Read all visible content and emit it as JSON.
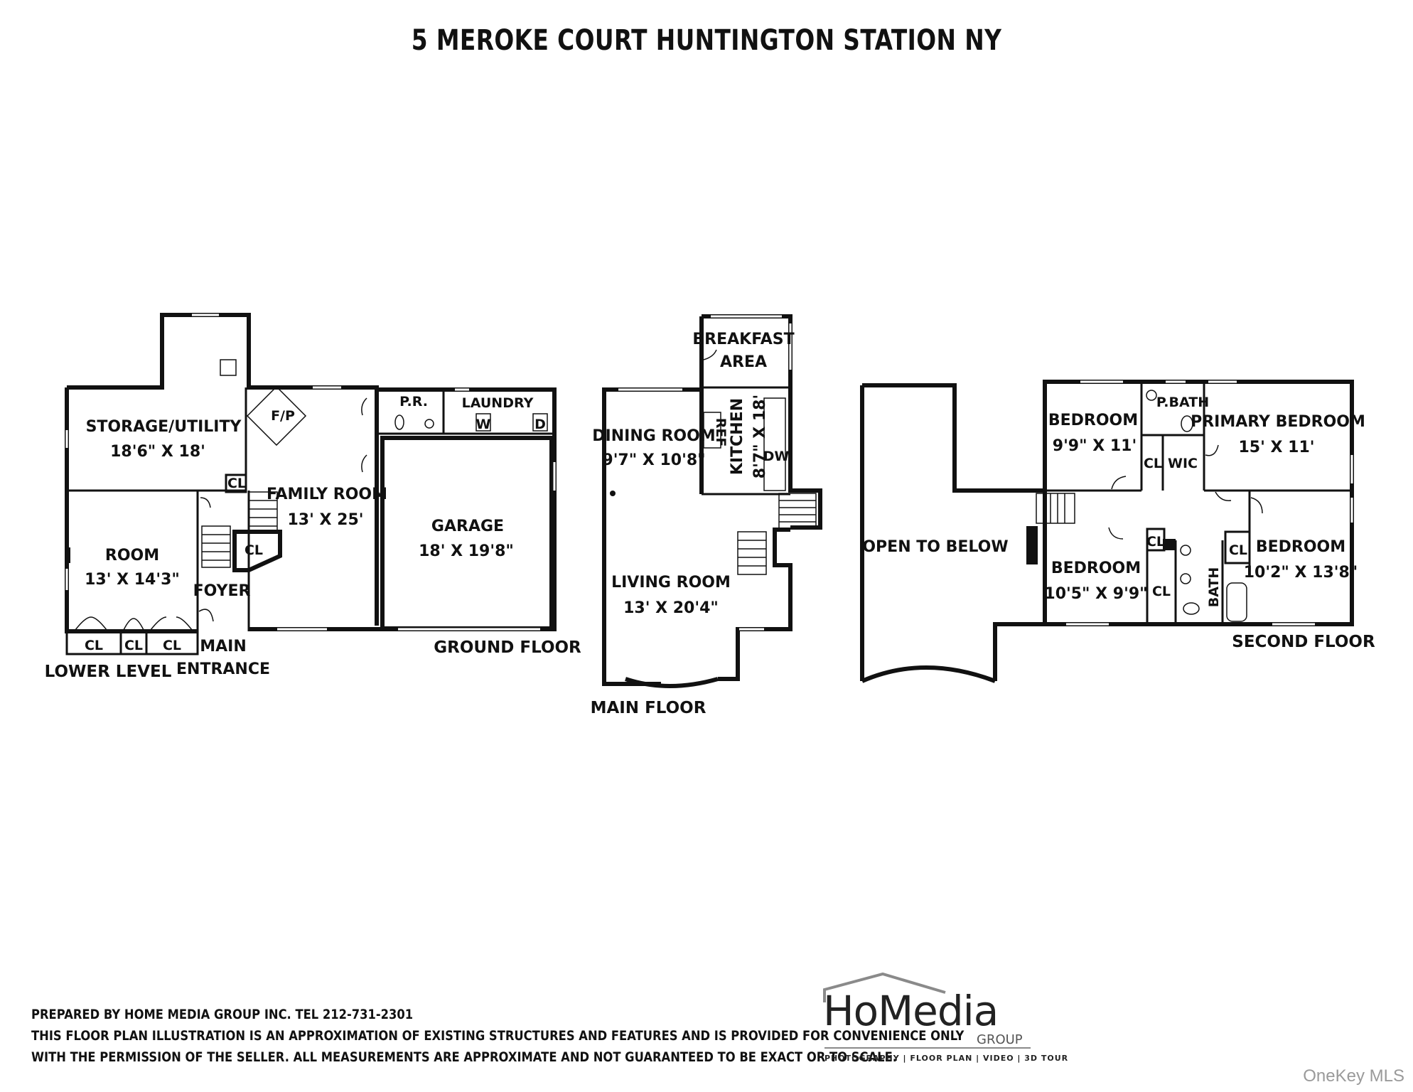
{
  "title": "5 MEROKE COURT HUNTINGTON STATION NY",
  "floors": {
    "lower": "LOWER LEVEL",
    "ground": "GROUND FLOOR",
    "main": "MAIN FLOOR",
    "second": "SECOND FLOOR"
  },
  "rooms": {
    "storage_name": "STORAGE/UTILITY",
    "storage_dim": "18'6\" X 18'",
    "room_name": "ROOM",
    "room_dim": "13' X 14'3\"",
    "family_name": "FAMILY ROOM",
    "family_dim": "13' X 25'",
    "fp": "F/P",
    "pr": "P.R.",
    "laundry": "LAUNDRY",
    "w": "W",
    "d": "D",
    "garage_name": "GARAGE",
    "garage_dim": "18' X 19'8\"",
    "foyer": "FOYER",
    "main_entrance_1": "MAIN",
    "main_entrance_2": "ENTRANCE",
    "cl": "CL",
    "breakfast_1": "BREAKFAST",
    "breakfast_2": "AREA",
    "dining_name": "DINING ROOM",
    "dining_dim": "9'7\" X 10'8\"",
    "kitchen_name": "KITCHEN",
    "kitchen_dim": "8'7\" X 18'",
    "ref": "REF",
    "dw": "DW",
    "living_name": "LIVING ROOM",
    "living_dim": "13' X 20'4\"",
    "open_below": "OPEN TO BELOW",
    "bedroom": "BEDROOM",
    "bed1_dim": "9'9\" X 11'",
    "pbath": "P.BATH",
    "primary_name": "PRIMARY BEDROOM",
    "primary_dim": "15' X 11'",
    "wic": "WIC",
    "bed2_dim": "10'5\" X 9'9\"",
    "bath": "BATH",
    "bed3_dim": "10'2\" X 13'8\""
  },
  "footer": {
    "line1": "PREPARED BY  HOME MEDIA GROUP INC.  TEL 212-731-2301",
    "line2": "THIS FLOOR PLAN ILLUSTRATION IS AN APPROXIMATION OF EXISTING STRUCTURES AND FEATURES AND IS PROVIDED FOR CONVENIENCE ONLY",
    "line3": "WITH THE PERMISSION OF THE SELLER. ALL MEASUREMENTS ARE APPROXIMATE AND NOT GUARANTEED TO BE EXACT OR TO SCALE."
  },
  "logo": {
    "word": "HoMedia",
    "group": "GROUP",
    "tagline": "PHOTOGRAPHY | FLOOR PLAN | VIDEO | 3D TOUR"
  },
  "watermark": "OneKey MLS"
}
